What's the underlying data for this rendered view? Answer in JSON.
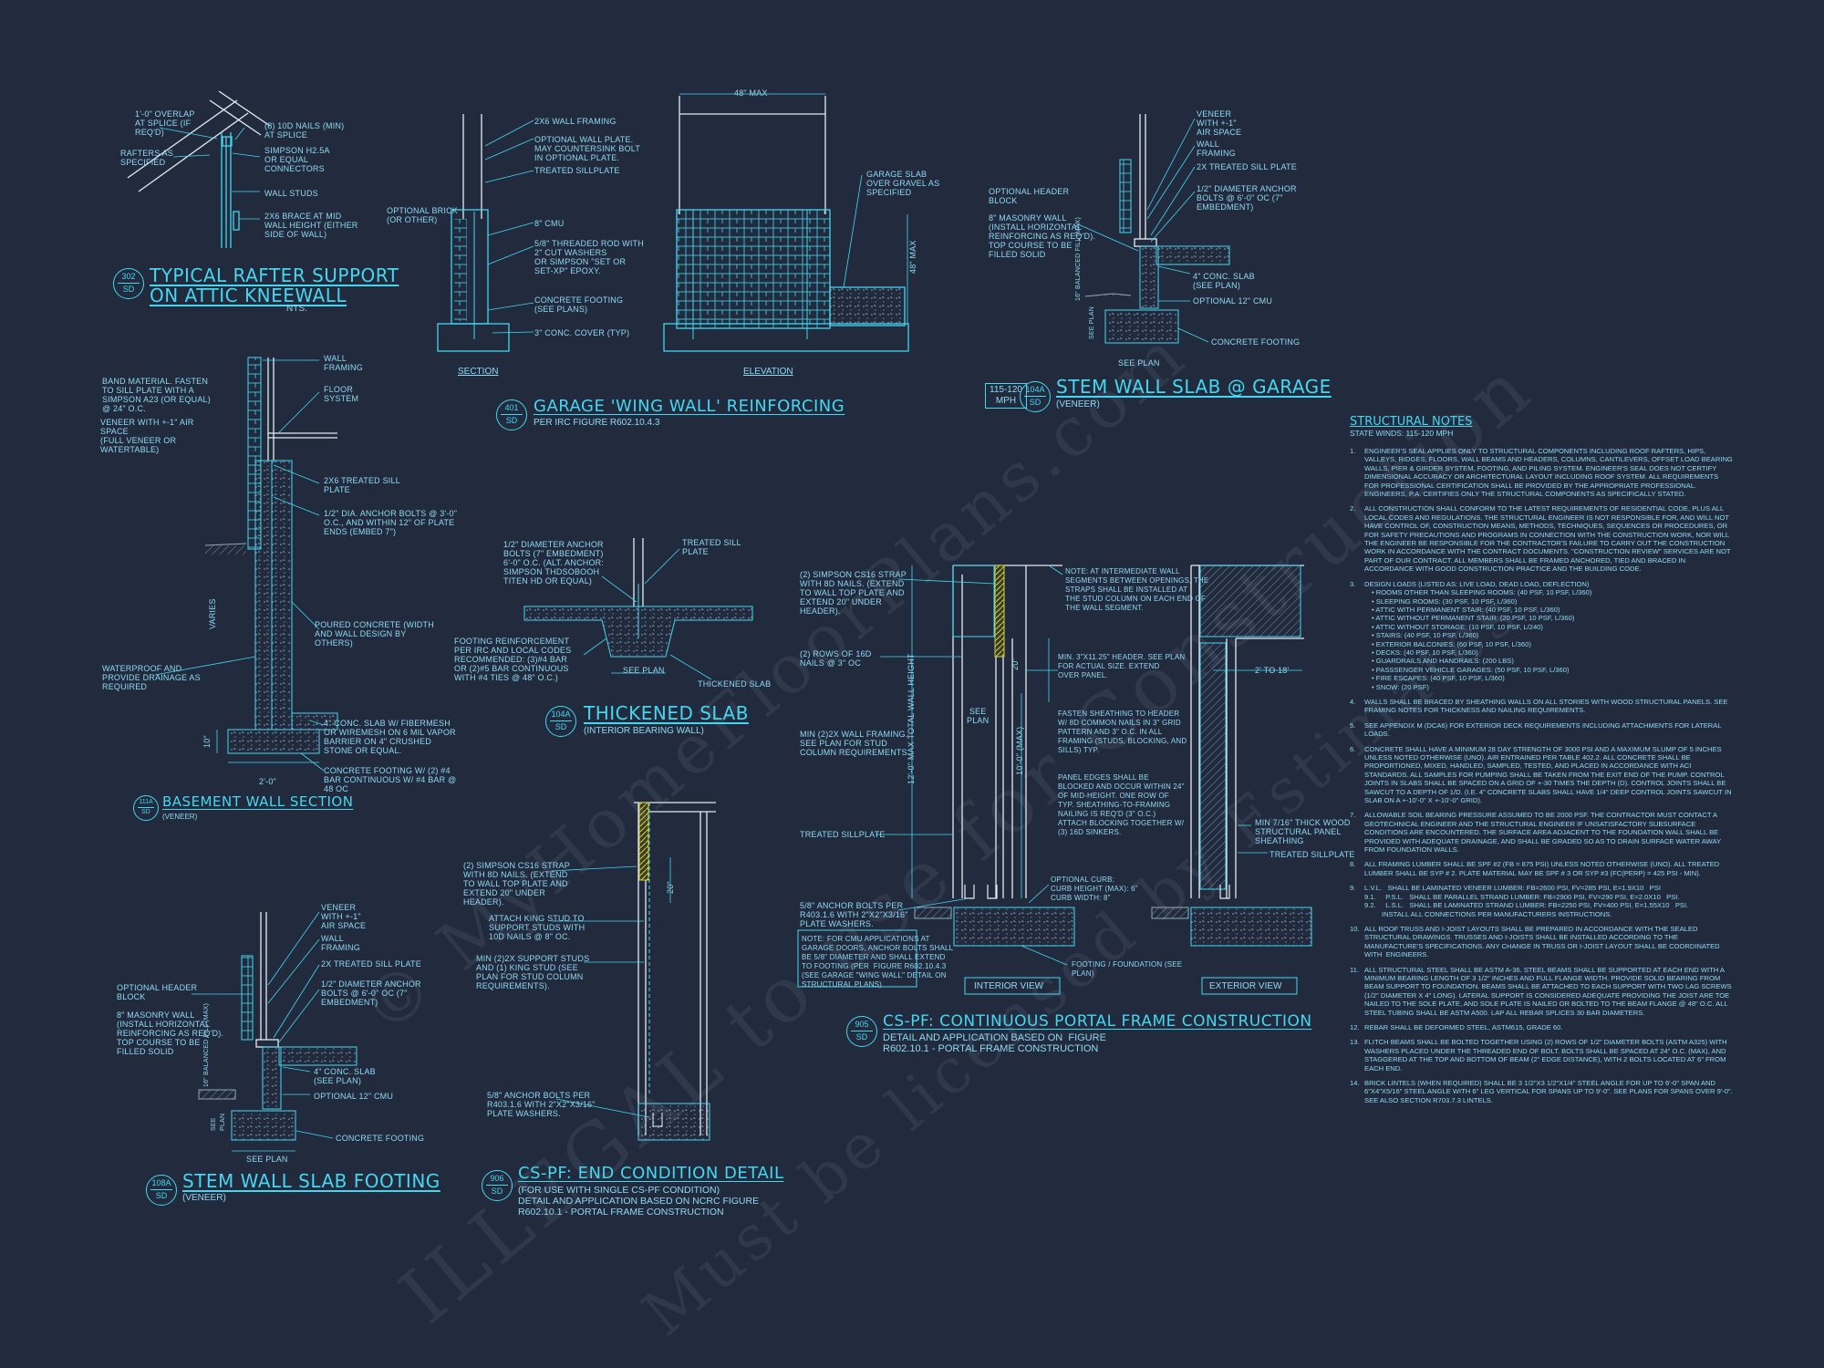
{
  "watermark": {
    "line1": "© MyHomeFloorPlans.com",
    "line2": "ILLEGAL to use for Construction",
    "line3": "Must be licensed by Estimates"
  },
  "details": {
    "d302": {
      "num": "302",
      "sheet": "SD",
      "title1": "TYPICAL RAFTER SUPPORT",
      "title2": "ON ATTIC KNEEWALL",
      "scale": "NTS.",
      "labels": [
        "1'-0\" OVERLAP\nAT SPLICE (IF\nREQ'D)",
        "(8) 10d NAILS (MIN)\nAT SPLICE",
        "RAFTERS AS\nSPECIFIED",
        "SIMPSON H2.5A\nOR EQUAL\nCONNECTORS",
        "WALL STUDS",
        "2X6 BRACE AT MID\nWALL HEIGHT (EITHER\nSIDE OF WALL)"
      ]
    },
    "d401": {
      "num": "401",
      "sheet": "SD",
      "title": "GARAGE 'WING WALL' REINFORCING",
      "sub": "PER IRC FIGURE R602.10.4.3",
      "section": "SECTION",
      "elevation": "ELEVATION",
      "dim_top": "48\" MAX",
      "dim_side": "48\" MAX",
      "labels": [
        "2x6 WALL FRAMING",
        "OPTIONAL WALL PLATE.\nMAY COUNTERSINK BOLT\nIN OPTIONAL PLATE.",
        "TREATED SILLPLATE",
        "OPTIONAL BRICK\n(OR OTHER)",
        "8\" CMU",
        "5/8\" THREADED ROD WITH\n2\" CUT WASHERS\nOR SIMPSON \"SET OR\nSET-XP\" EPOXY.",
        "CONCRETE FOOTING\n(SEE PLANS)",
        "3\" CONC. COVER (TYP)",
        "GARAGE SLAB\nOVER GRAVEL AS\nSPECIFIED"
      ]
    },
    "d104a_top": {
      "num": "104A",
      "sheet": "SD",
      "title": "STEM WALL SLAB @ GARAGE",
      "sub": "(VENEER)",
      "wind": "115-120\nMPH",
      "labels": [
        "VENEER\nWITH +-1\"\nAIR SPACE",
        "WALL\nFRAMING",
        "2x TREATED SILL PLATE",
        "1/2\" DIAMETER ANCHOR\nBOLTS @ 6'-0\" OC (7\"\nEMBEDMENT)",
        "OPTIONAL HEADER\nBLOCK",
        "8\" MASONRY WALL\n(INSTALL HORIZONTAL\nREINFORCING AS REQ'D).\nTOP COURSE TO BE\nFILLED SOLID",
        "4\" CONC. SLAB\n(SEE PLAN)",
        "OPTIONAL 12\" CMU",
        "CONCRETE FOOTING",
        "SEE PLAN",
        "16\" BALANCED FILL (MAX)",
        "SEE PLAN"
      ]
    },
    "d111a": {
      "num": "111A",
      "sheet": "SD",
      "title": "BASEMENT WALL SECTION",
      "sub": "(VENEER)",
      "dim_bottom": "2'-0\"",
      "dim_side": "10\"",
      "varies": "VARIES",
      "labels": [
        "WALL\nFRAMING",
        "BAND MATERIAL. FASTEN\nTO SILL PLATE WITH A\nSIMPSON A23 (OR EQUAL)\n@ 24\" O.C.",
        "FLOOR\nSYSTEM",
        "VENEER WITH +-1\" AIR\nSPACE\n(FULL VENEER OR\nWATERTABLE)",
        "2x6 TREATED SILL\nPLATE",
        "1/2\" DIA. ANCHOR BOLTS @ 3'-0\"\nO.C., AND WITHIN 12\" OF PLATE\nENDS (EMBED 7\")",
        "POURED CONCRETE (WIDTH\nAND WALL DESIGN BY\nOTHERS)",
        "WATERPROOF AND\nPROVIDE DRAINAGE AS\nREQUIRED",
        "4\" CONC. SLAB W/ FIBERMESH\nOR WIREMESH ON 6 MIL VAPOR\nBARRIER ON 4\" CRUSHED\nSTONE OR EQUAL.",
        "CONCRETE FOOTING W/ (2) #4\nBAR CONTINUOUS W/ #4 BAR @\n48 OC"
      ]
    },
    "d104a_mid": {
      "num": "104A",
      "sheet": "SD",
      "title": "THICKENED SLAB",
      "sub": "(INTERIOR BEARING WALL)",
      "labels": [
        "1/2\" DIAMETER ANCHOR\nBOLTS (7\" EMBEDMENT)\n6'-0\" O.C. (ALT. ANCHOR:\nSIMPSON THDSOBOOH\nTITEN HD OR EQUAL)",
        "TREATED SILL\nPLATE",
        "FOOTING REINFORCEMENT\nPER IRC AND LOCAL CODES\nRECOMMENDED: (3)#4 BAR\nOR (2)#5 BAR CONTINUOUS\nWITH #4 TIES @ 48\" O.C.)",
        "SEE PLAN",
        "THICKENED SLAB"
      ]
    },
    "d905": {
      "num": "905",
      "sheet": "SD",
      "title": "CS-PF: CONTINUOUS PORTAL FRAME CONSTRUCTION",
      "sub": "DETAIL AND APPLICATION BASED ON  FIGURE\nR602.10.1 - PORTAL FRAME CONSTRUCTION",
      "interior": "INTERIOR VIEW",
      "exterior": "EXTERIOR VIEW",
      "dim_mid": "20\"",
      "dim_wall": "12'-0\" MAX TOTAL WALL HEIGHT",
      "dim_h": "10'-0\" (MAX)",
      "dim_w": "2' TO 18'",
      "see_plan": "SEE\nPLAN",
      "labels": [
        "(2) SIMPSON CS16 STRAP\nWITH 8d NAILS. (EXTEND\nTO WALL TOP PLATE AND\nEXTEND 20\" UNDER\nHEADER).",
        "NOTE: AT INTERMEDIATE WALL\nSEGMENTS BETWEEN OPENINGS, THE\nSTRAPS SHALL BE INSTALLED AT\nTHE STUD COLUMN ON EACH END OF\nTHE WALL SEGMENT.",
        "(2) ROWS OF 16d\nNAILS @ 3\" OC",
        "MIN. 3\"x11.25\" HEADER. SEE PLAN\nFOR ACTUAL SIZE. EXTEND\nOVER PANEL.",
        "MIN (2)2X WALL FRAMING.\nSEE PLAN FOR STUD\nCOLUMN REQUIREMENTS.",
        "FASTEN SHEATHING TO HEADER\nW/ 8d COMMON NAILS IN 3\" GRID\nPATTERN AND 3\" O.C. IN ALL\nFRAMING (STUDS, BLOCKING, AND\nSILLS) TYP.",
        "PANEL EDGES SHALL BE\nBLOCKED AND OCCUR WITHIN 24\"\nOF MID-HEIGHT. ONE ROW OF\nTYP. SHEATHING-TO-FRAMING\nNAILING IS REQ'D (3\" O.C.)\nATTACH BLOCKING TOGETHER W/\n(3) 16d SINKERS.",
        "TREATED SILLPLATE",
        "5/8\" ANCHOR BOLTS PER\nR403.1.6 WITH 2\"x2\"x3/16\"\nPLATE WASHERS.",
        "NOTE: FOR CMU APPLICATIONS AT\nGARAGE DOORS, ANCHOR BOLTS SHALL\nBE 5/8\" DIAMETER AND SHALL EXTEND\nTO FOOTING (PER  FIGURE R602.10.4.3\n(SEE GARAGE \"WING WALL\" DETAIL ON\nSTRUCTURAL PLANS)",
        "OPTIONAL CURB:\nCURB HEIGHT (MAX): 6\"\nCURB WIDTH: 8\"",
        "FOOTING / FOUNDATION (SEE\nPLAN)",
        "MIN 7/16\" THICK WOOD\nSTRUCTURAL PANEL\nSHEATHING",
        "TREATED SILLPLATE"
      ]
    },
    "d906": {
      "num": "906",
      "sheet": "SD",
      "title": "CS-PF: END CONDITION DETAIL",
      "sub": "(FOR USE WITH SINGLE CS-PF CONDITION)\nDETAIL AND APPLICATION BASED ON NCRC FIGURE\nR602.10.1 - PORTAL FRAME CONSTRUCTION",
      "dim": "20\"",
      "labels": [
        "(2) SIMPSON CS16 STRAP\nWITH 8d NAILS. (EXTEND\nTO WALL TOP PLATE AND\nEXTEND 20\" UNDER\nHEADER).",
        "ATTACH KING STUD TO\nSUPPORT STUDS WITH\n10d NAILS @ 8\" OC.",
        "MIN (2)2X SUPPORT STUDS\nAND (1) KING STUD (SEE\nPLAN FOR STUD COLUMN\nREQUIREMENTS).",
        "5/8\" ANCHOR BOLTS PER\nR403.1.6 WITH 2\"x2\"x3/16\"\nPLATE WASHERS."
      ]
    },
    "d108a": {
      "num": "108A",
      "sheet": "SD",
      "title": "STEM WALL SLAB FOOTING",
      "sub": "(VENEER)",
      "labels": [
        "VENEER\nWITH +-1\"\nAIR SPACE",
        "WALL\nFRAMING",
        "2x TREATED SILL PLATE",
        "OPTIONAL HEADER\nBLOCK",
        "1/2\" DIAMETER ANCHOR\nBOLTS @ 6'-0\" OC (7\"\nEMBEDMENT)",
        "8\" MASONRY WALL\n(INSTALL HORIZONTAL\nREINFORCING AS REQ'D).\nTOP COURSE TO BE\nFILLED SOLID",
        "4\" CONC. SLAB\n(SEE PLAN)",
        "OPTIONAL 12\" CMU",
        "CONCRETE FOOTING",
        "SEE PLAN",
        "16\" BALANCED FILL (MAX)",
        "SEE\nPLAN"
      ]
    }
  },
  "structural_notes": {
    "title": "STRUCTURAL NOTES",
    "sub": "STATE Winds: 115-120 mph",
    "items": [
      {
        "n": "1.",
        "text": "ENGINEER'S SEAL APPLIES ONLY TO STRUCTURAL COMPONENTS INCLUDING ROOF RAFTERS, HIPS, VALLEYS, RIDGES, FLOORS, WALL BEAMS AND HEADERS, COLUMNS, CANTILEVERS, OFFSET LOAD BEARING WALLS, PIER & GIRDER SYSTEM, FOOTING, AND PILING SYSTEM. ENGINEER'S SEAL DOES NOT CERTIFY DIMENSIONAL ACCURACY OR ARCHITECTURAL LAYOUT INCLUDING ROOF SYSTEM. ALL REQUIREMENTS FOR PROFESSIONAL CERTIFICATION SHALL BE PROVIDED BY THE APPROPRIATE PROFESSIONAL. ENGINEERS, P.A. CERTIFIES ONLY THE STRUCTURAL COMPONENTS AS SPECIFICALLY STATED."
      },
      {
        "n": "2.",
        "text": "ALL CONSTRUCTION SHALL CONFORM TO THE LATEST REQUIREMENTS OF RESIDENTIAL CODE, PLUS ALL LOCAL CODES AND REGULATIONS. THE STRUCTURAL ENGINEER IS NOT RESPONSIBLE FOR, AND WILL NOT HAVE CONTROL OF, CONSTRUCTION MEANS, METHODS, TECHNIQUES, SEQUENCES OR PROCEDURES, OR FOR SAFETY PRECAUTIONS AND PROGRAMS IN CONNECTION WITH THE CONSTRUCTION WORK, NOR WILL THE ENGINEER BE RESPONSIBLE FOR THE CONTRACTOR'S FAILURE TO CARRY OUT THE CONSTRUCTION WORK IN ACCORDANCE WITH THE CONTRACT DOCUMENTS. \"CONSTRUCTION REVIEW\" SERVICES ARE NOT PART OF OUR CONTRACT. ALL MEMBERS SHALL BE FRAMED ANCHORED, TIED AND BRACED IN ACCORDANCE WITH GOOD CONSTRUCTION PRACTICE AND THE BUILDING CODE."
      },
      {
        "n": "3.",
        "text": "DESIGN LOADS (LISTED AS: LIVE LOAD, DEAD LOAD, DEFLECTION)",
        "bullets": [
          "ROOMS OTHER THAN SLEEPING ROOMS: (40 PSF, 10 PSF, L/360)",
          "SLEEPING ROOMS: (30 PSF, 10 PSF, L/360)",
          "ATTIC WITH PERMANENT STAIR: (40 PSF, 10 PSF, L/360)",
          "ATTIC WITHOUT PERMANENT STAIR: (20 PSF, 10 PSF, L/360)",
          "ATTIC WITHOUT STORAGE: (10 PSF, 10 PSF, L/240)",
          "STAIRS: (40 PSF, 10 PSF, L/360)",
          "EXTERIOR BALCONIES: (60 PSF, 10 PSF, L/360)",
          "DECKS: (40 PSF, 10 PSF, L/360)",
          "GUARDRAILS AND HANDRAILS: (200 LBS)",
          "PASSSENGER VEHICLE GARAGES: (50 PSF, 10 PSF, L/360)",
          "FIRE ESCAPES: (40 PSF, 10 PSF, L/360)",
          "SNOW: (20 PSF)"
        ]
      },
      {
        "n": "4.",
        "text": "WALLS SHALL BE BRACED BY SHEATHING WALLS ON ALL STORIES WITH WOOD STRUCTURAL PANELS. SEE FRAMING NOTES FOR THICKNESS AND NAILING REQUIREMENTS."
      },
      {
        "n": "5.",
        "text": "SEE APPENDIX M (DCA6) FOR EXTERIOR DECK REQUIREMENTS INCLUDING ATTACHMENTS FOR LATERAL LOADS."
      },
      {
        "n": "6.",
        "text": "CONCRETE SHALL HAVE A MINIMUM 28 DAY STRENGTH OF 3000 PSI AND A MAXIMUM SLUMP OF 5 INCHES UNLESS NOTED OTHERWISE (UNO). AIR ENTRAINED PER TABLE 402.2. ALL CONCRETE SHALL BE PROPORTIONED, MIXED, HANDLED, SAMPLED, TESTED, AND PLACED IN ACCORDANCE WITH ACI STANDARDS. ALL SAMPLES FOR PUMPING SHALL BE TAKEN FROM THE EXIT END OF THE PUMP. CONTROL JOINTS IN SLABS SHALL BE SPACED ON A GRID OF +-30 TIMES THE DEPTH (D). CONTROL JOINTS SHALL BE SAWCUT TO A DEPTH OF 1/D. (I.E. 4\" CONCRETE SLABS SHALL HAVE 1/4\" DEEP CONTROL JOINTS SAWCUT IN SLAB ON A +-10'-0\" x +-10'-0\" GRID)."
      },
      {
        "n": "7.",
        "text": "ALLOWABLE SOIL BEARING PRESSURE ASSUMED TO BE 2000 PSF. THE CONTRACTOR MUST CONTACT A GEOTECHNICAL ENGINEER AND THE STRUCTURAL ENGINEER IF UNSATISFACTORY SUBSURFACE CONDITIONS ARE ENCOUNTERED. THE SURFACE AREA ADJACENT TO THE FOUNDATION WALL SHALL BE PROVIDED WITH ADEQUATE DRAINAGE, AND SHALL BE GRADED SO AS TO DRAIN SURFACE WATER AWAY FROM FOUNDATION WALLS."
      },
      {
        "n": "8.",
        "text": "ALL FRAMING LUMBER SHALL BE SPF #2 (Fb = 875 PSI) UNLESS NOTED OTHERWISE (UNO). ALL TREATED LUMBER SHALL BE SYP # 2. PLATE MATERIAL MAY BE SPF # 3 OR SYP #3 (Fc(perp) = 425 PSI - MIN)."
      },
      {
        "n": "9.",
        "text": "L.V.L.   SHALL BE LAMINATED VENEER LUMBER: Fb=2600 PSI, Fv=285 PSI, E=1.9x10   PSI\n9.1.     P.S.L.   SHALL BE PARALLEL STRAND LUMBER: Fb=2900 PSI, Fv=290 PSI, E=2.0x10   PSI.\n9.2.     L.S.L.   SHALL BE LAMINATED STRAND LUMBER: Fb=2250 PSI, Fv=400 PSI, E=1.55x10   PSI.\n         INSTALL ALL CONNECTIONS PER MANUFACTURERS INSTRUCTIONS."
      },
      {
        "n": "10.",
        "text": "ALL ROOF TRUSS AND I-JOIST LAYOUTS SHALL BE PREPARED IN ACCORDANCE WITH THE SEALED STRUCTURAL DRAWINGS. TRUSSES AND I-JOISTS SHALL BE INSTALLED ACCORDING TO THE MANUFACTURE'S SPECIFICATIONS. ANY CHANGE IN TRUSS OR I-JOIST LAYOUT SHALL BE COORDINATED WITH  ENGINEERS."
      },
      {
        "n": "11.",
        "text": "ALL STRUCTURAL STEEL SHALL BE ASTM A-36. STEEL BEAMS SHALL BE SUPPORTED AT EACH END WITH A MINIMUM BEARING LENGTH OF 3 1/2\" INCHES AND FULL FLANGE WIDTH. PROVIDE SOLID BEARING FROM BEAM SUPPORT TO FOUNDATION. BEAMS SHALL BE ATTACHED TO EACH SUPPORT WITH TWO LAG SCREWS (1/2\" DIAMETER x 4\" LONG). LATERAL SUPPORT IS CONSIDERED ADEQUATE PROVIDING THE JOIST ARE TOE NAILED TO THE SOLE PLATE, AND SOLE PLATE IS NAILED OR BOLTED TO THE BEAM FLANGE @ 48\" O.C. ALL STEEL TUBING SHALL BE ASTM A500. LAP ALL REBAR SPLICES 30 BAR DIAMETERS."
      },
      {
        "n": "12.",
        "text": "REBAR SHALL BE DEFORMED STEEL, ASTM615, GRADE 60."
      },
      {
        "n": "13.",
        "text": "FLITCH BEAMS SHALL BE BOLTED TOGETHER USING (2) ROWS OF 1/2\" DIAMETER BOLTS (ASTM A325) WITH WASHERS PLACED UNDER THE THREADED END OF BOLT. BOLTS SHALL BE SPACED AT 24\" O.C. (MAX), AND STAGGERED AT THE TOP AND BOTTOM OF BEAM (2\" EDGE DISTANCE), WITH 2 BOLTS LOCATED AT 6\" FROM EACH END."
      },
      {
        "n": "14.",
        "text": "BRICK LINTELS (WHEN REQUIRED) SHALL BE 3 1/2\"x3 1/2\"x1/4\" STEEL ANGLE FOR UP TO 6'-0\" SPAN AND 6\"x4\"x5/16\" STEEL ANGLE WITH 6\" LEG VERTICAL FOR SPANS UP TO 9'-0\". SEE PLANS FOR SPANS OVER 9'-0\". SEE ALSO SECTION R703.7.3 LINTELS."
      }
    ]
  },
  "colors": {
    "background": "#222b3d",
    "line": "#45d6f0",
    "text": "#8fd9f2",
    "strap": "#d7d43a",
    "white": "#e6ebf2"
  }
}
